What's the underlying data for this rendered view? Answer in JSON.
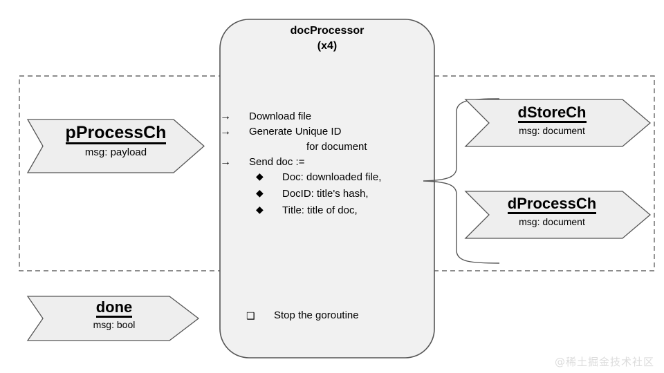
{
  "diagram": {
    "process": {
      "title": "docProcessor",
      "multiplicity": "(x4)",
      "steps": [
        {
          "marker": "→",
          "label": "Download file"
        },
        {
          "marker": "→",
          "label": "Generate Unique ID"
        },
        {
          "marker": "",
          "label": "for document",
          "continuation": true
        },
        {
          "marker": "→",
          "label": "Send doc :="
        }
      ],
      "sub_items": [
        {
          "marker": "◆",
          "label": "Doc: downloaded file,"
        },
        {
          "marker": "◆",
          "label": "DocID: title's hash,"
        },
        {
          "marker": "◆",
          "label": "Title: title of doc,"
        }
      ],
      "stop": {
        "marker": "❑",
        "label": "Stop the goroutine"
      }
    },
    "channels": {
      "input": [
        {
          "name": "pProcessCh",
          "msg": "msg: payload"
        },
        {
          "name": "done",
          "msg": "msg: bool"
        }
      ],
      "output": [
        {
          "name": "dStoreCh",
          "msg": "msg: document"
        },
        {
          "name": "dProcessCh",
          "msg": "msg: document"
        }
      ]
    },
    "watermark": "@稀土掘金技术社区",
    "colors": {
      "shape_fill": "#eeeeee",
      "shape_stroke": "#555555",
      "box_fill": "#f1f1f1",
      "dashed_stroke": "#666666",
      "text": "#000000",
      "watermark": "#dcdcdc",
      "background": "#ffffff"
    }
  }
}
